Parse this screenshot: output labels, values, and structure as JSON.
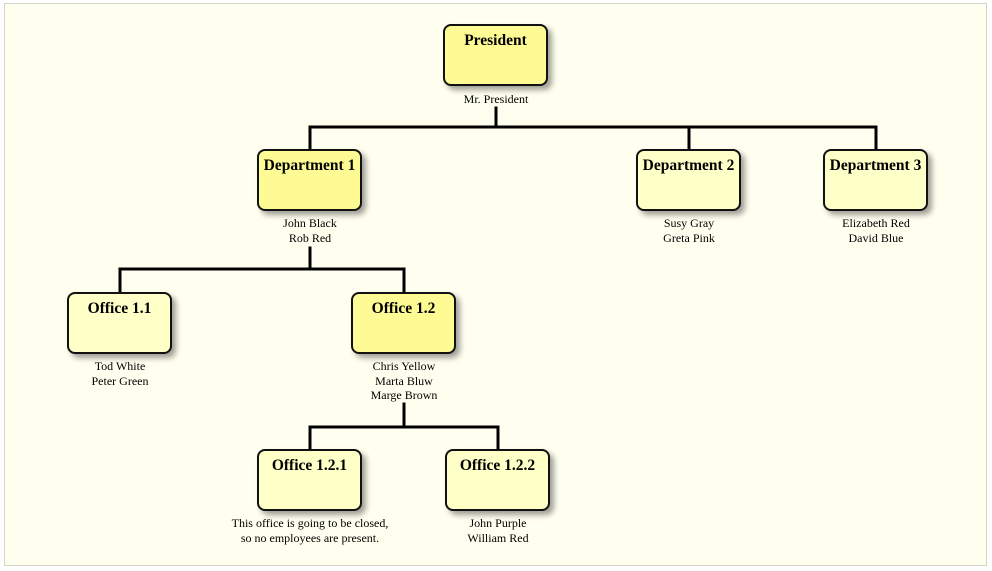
{
  "org_chart": {
    "president": {
      "title": "President",
      "members": [
        "Mr. President"
      ]
    },
    "department_1": {
      "title": "Department 1",
      "members": [
        "John Black",
        "Rob Red"
      ]
    },
    "department_2": {
      "title": "Department 2",
      "members": [
        "Susy Gray",
        "Greta Pink"
      ]
    },
    "department_3": {
      "title": "Department 3",
      "members": [
        "Elizabeth Red",
        "David Blue"
      ]
    },
    "office_1_1": {
      "title": "Office 1.1",
      "members": [
        "Tod White",
        "Peter Green"
      ]
    },
    "office_1_2": {
      "title": "Office 1.2",
      "members": [
        "Chris Yellow",
        "Marta Bluw",
        "Marge Brown"
      ]
    },
    "office_1_2_1": {
      "title": "Office 1.2.1",
      "members": [
        "This office is going to be closed,",
        "so no employees are present."
      ]
    },
    "office_1_2_2": {
      "title": "Office 1.2.2",
      "members": [
        "John Purple",
        "William Red"
      ]
    }
  },
  "colors": {
    "expanded_box": "#fffb94",
    "leaf_box": "#ffffc8",
    "background": "#fffff0",
    "connector": "#000000"
  }
}
